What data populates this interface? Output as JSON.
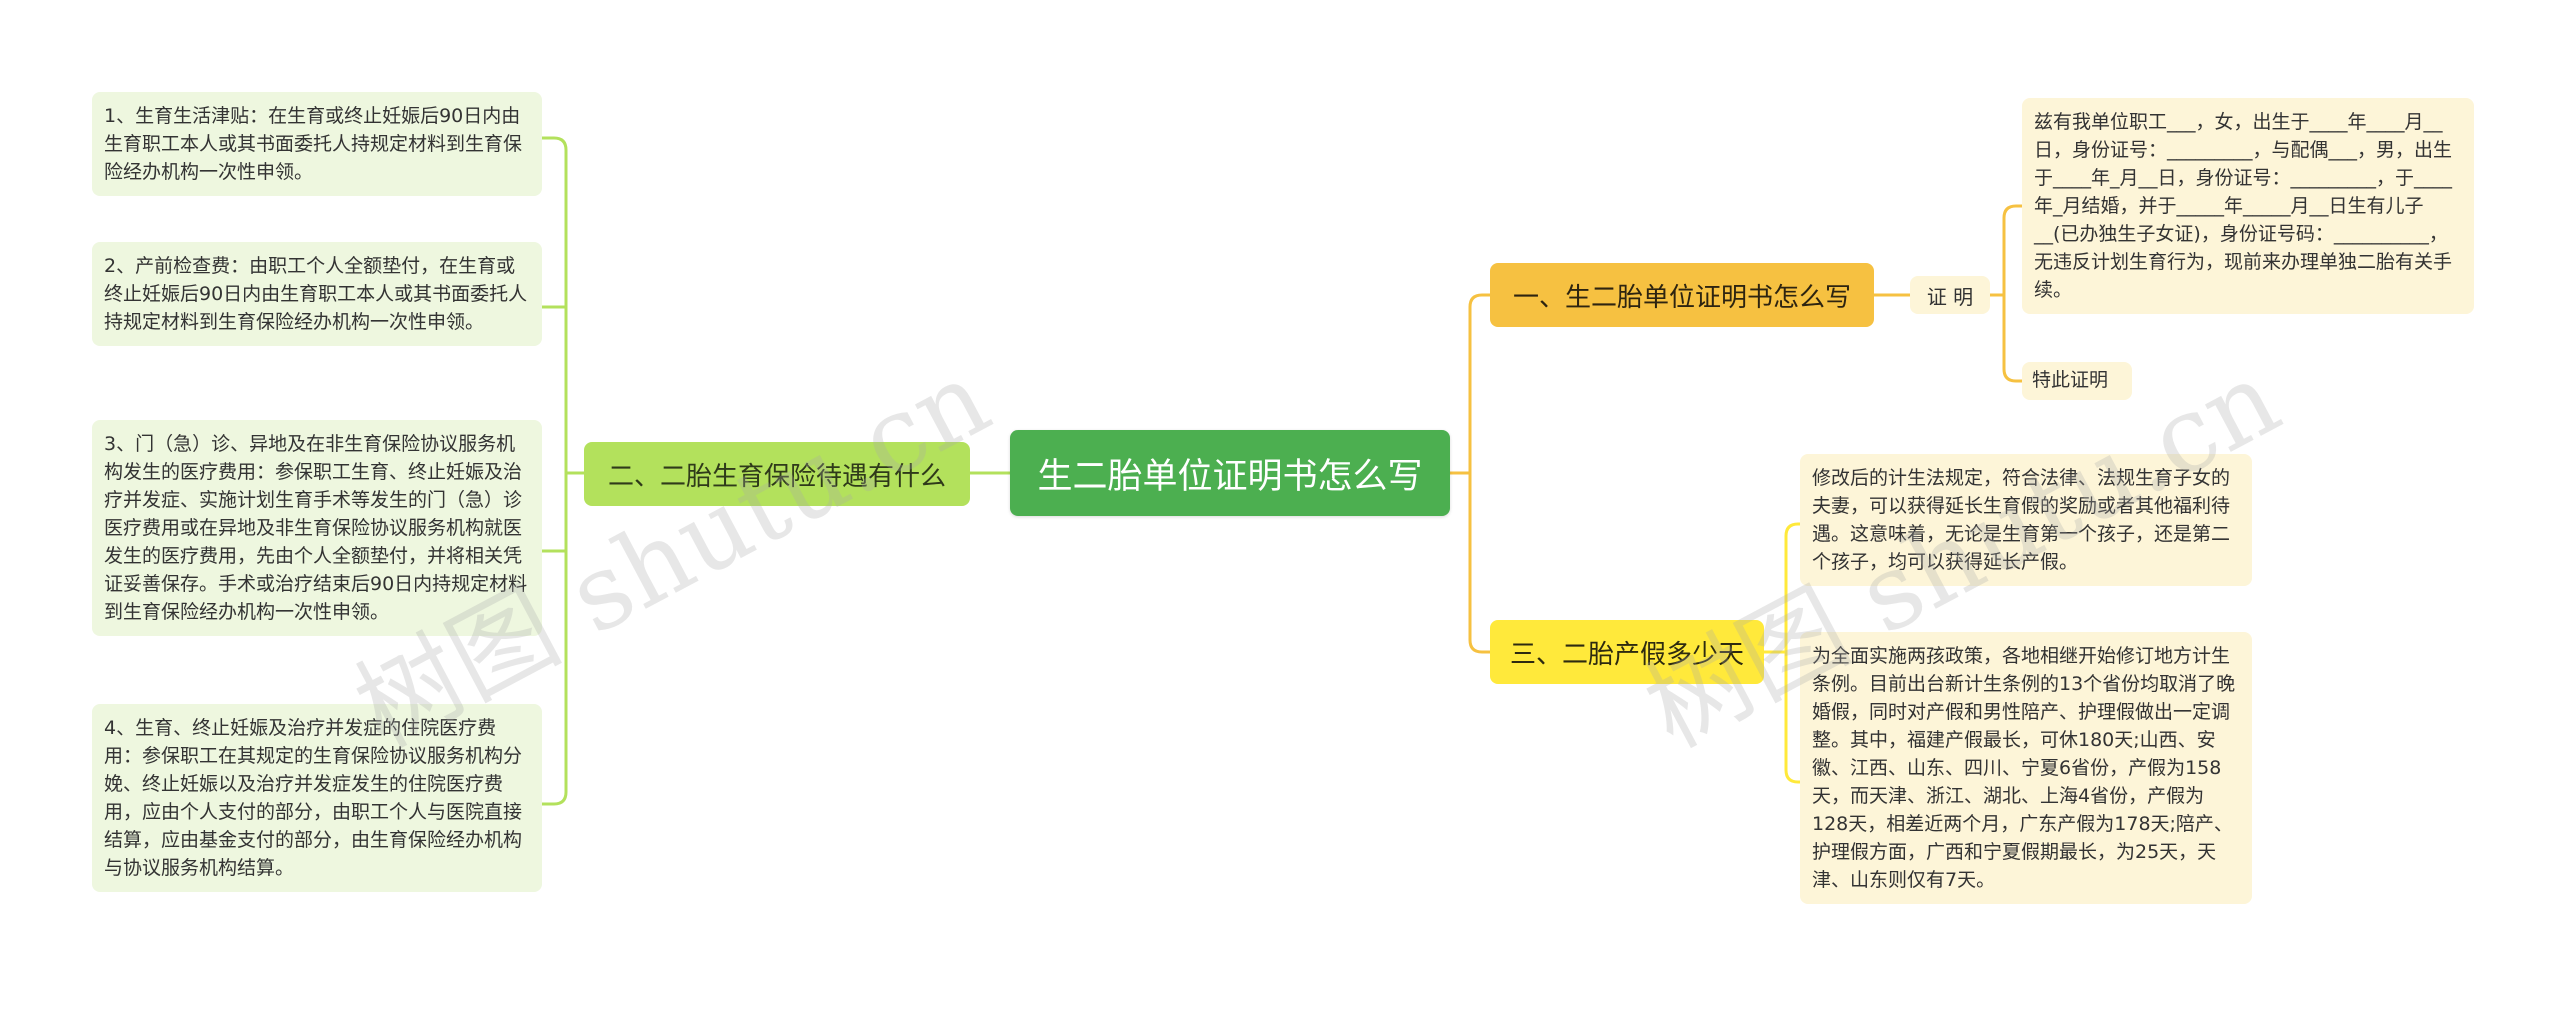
{
  "root": {
    "label": "生二胎单位证明书怎么写"
  },
  "branches": {
    "left": {
      "label": "二、二胎生育保险待遇有什么",
      "items": [
        "1、生育生活津贴：在生育或终止妊娠后90日内由生育职工本人或其书面委托人持规定材料到生育保险经办机构一次性申领。",
        "2、产前检查费：由职工个人全额垫付，在生育或终止妊娠后90日内由生育职工本人或其书面委托人持规定材料到生育保险经办机构一次性申领。",
        "3、门（急）诊、异地及在非生育保险协议服务机构发生的医疗费用：参保职工生育、终止妊娠及治疗并发症、实施计划生育手术等发生的门（急）诊医疗费用或在异地及非生育保险协议服务机构就医发生的医疗费用，先由个人全额垫付，并将相关凭证妥善保存。手术或治疗结束后90日内持规定材料到生育保险经办机构一次性申领。",
        "4、生育、终止妊娠及治疗并发症的住院医疗费用：参保职工在其规定的生育保险协议服务机构分娩、终止妊娠以及治疗并发症发生的住院医疗费用，应由个人支付的部分，由职工个人与医院直接结算，应由基金支付的部分，由生育保险经办机构与协议服务机构结算。"
      ]
    },
    "right1": {
      "label": "一、生二胎单位证明书怎么写",
      "middle": "证 明",
      "items": [
        "兹有我单位职工___，女，出生于____年____月__日，身份证号：_________，与配偶___，男，出生于____年_月__日，身份证号：_________，于____年_月结婚，并于_____年_____月__日生有儿子__(已办独生子女证)，身份证号码：__________，无违反计划生育行为，现前来办理单独二胎有关手续。",
        "特此证明"
      ]
    },
    "right2": {
      "label": "三、二胎产假多少天",
      "items": [
        "修改后的计生法规定，符合法律、法规生育子女的夫妻，可以获得延长生育假的奖励或者其他福利待遇。这意味着，无论是生育第一个孩子，还是第二个孩子，均可以获得延长产假。",
        "为全面实施两孩政策，各地相继开始修订地方计生条例。目前出台新计生条例的13个省份均取消了晚婚假，同时对产假和男性陪产、护理假做出一定调整。其中，福建产假最长，可休180天;山西、安徽、江西、山东、四川、宁夏6省份，产假为158天，而天津、浙江、湖北、上海4省份，产假为128天，相差近两个月，广东产假为178天;陪产、护理假方面，广西和宁夏假期最长，为25天，天津、山东则仅有7天。"
      ]
    }
  },
  "watermark": "树图 shutu.cn",
  "colors": {
    "root": "#4caf50",
    "left_branch": "#b3e15c",
    "right_branch_1": "#f6c141",
    "right_branch_2": "#ffe93b",
    "green_link": "#b3e15c",
    "yellow_link": "#f6c141"
  }
}
